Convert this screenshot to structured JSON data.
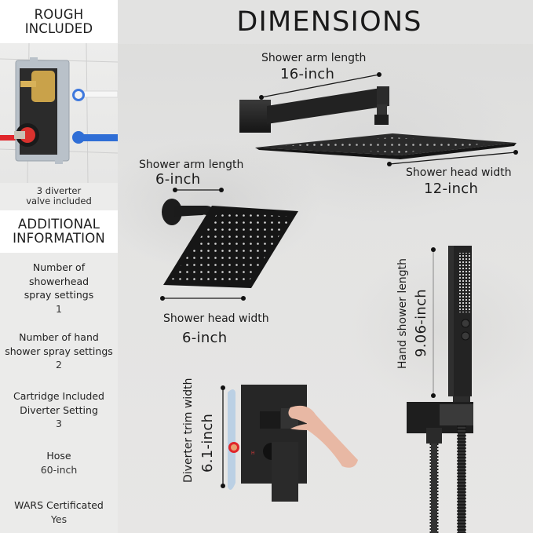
{
  "left_panel": {
    "rough": {
      "title_line1": "ROUGH",
      "title_line2": "INCLUDED",
      "caption_line1": "3 diverter",
      "caption_line2": "valve included"
    },
    "additional_info": {
      "title_line1": "ADDITIONAL",
      "title_line2": "INFORMATION",
      "items": [
        {
          "label_lines": [
            "Number of",
            "showerhead",
            "spray settings"
          ],
          "value": "1"
        },
        {
          "label_lines": [
            "Number of hand",
            "shower spray settings"
          ],
          "value": "2"
        },
        {
          "label_lines": [
            "Cartridge Included",
            "Diverter Setting"
          ],
          "value": "3"
        },
        {
          "label_lines": [
            "Hose"
          ],
          "value": "60-inch"
        },
        {
          "label_lines": [
            "WARS Certificated"
          ],
          "value": "Yes"
        }
      ]
    }
  },
  "dimensions": {
    "title": "DIMENSIONS",
    "rain_shower_arm": {
      "label": "Shower arm length",
      "value": "16-inch"
    },
    "rain_shower_head": {
      "label": "Shower head width",
      "value": "12-inch"
    },
    "small_shower_arm": {
      "label": "Shower arm length",
      "value": "6-inch"
    },
    "small_shower_head": {
      "label": "Shower head width",
      "value": "6-inch"
    },
    "hand_shower": {
      "label": "Hand shower length",
      "value": "9.06-inch"
    },
    "diverter_trim": {
      "label": "Diverter trim width",
      "value": "6.1-inch"
    }
  },
  "colors": {
    "finish": "#1f1f1f",
    "background": "#e4e3e1",
    "header_white": "#ffffff",
    "hot_pipe": "#e0262b",
    "cold_pipe": "#2f6ed6",
    "brass": "#c9a24a"
  }
}
